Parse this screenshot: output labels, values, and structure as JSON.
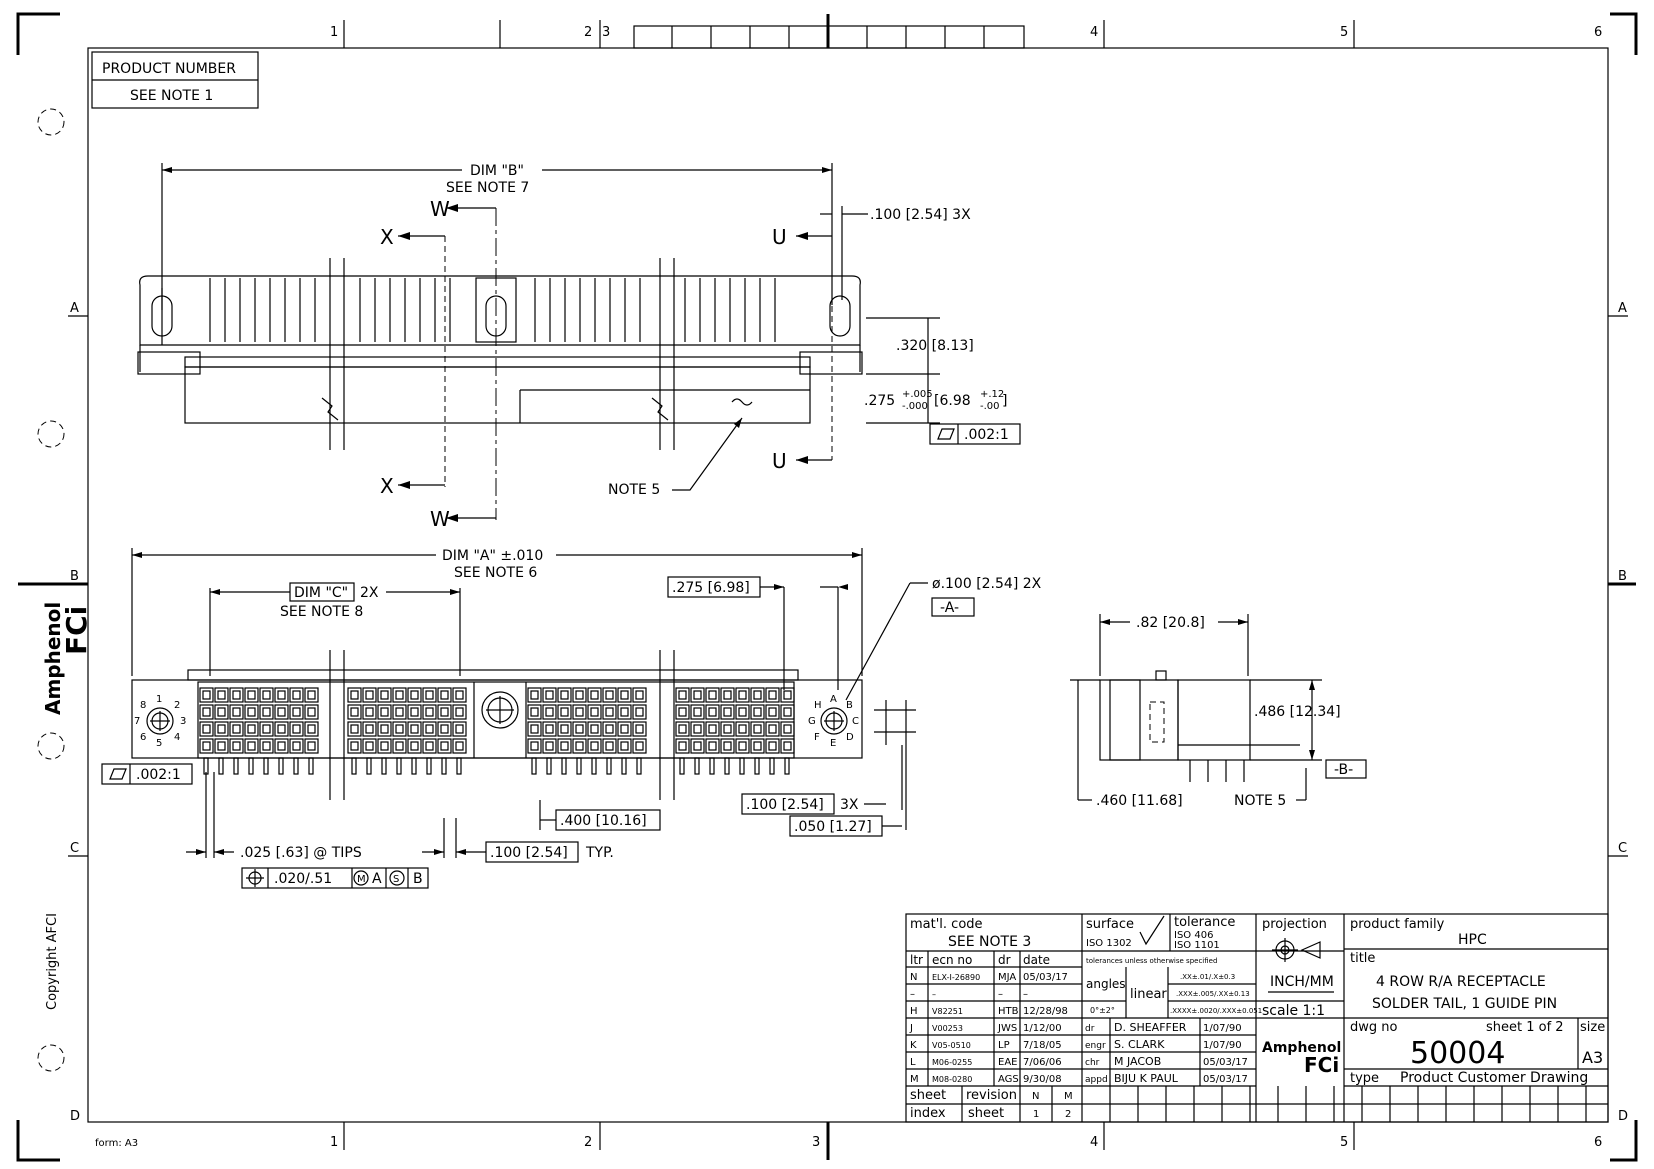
{
  "frame": {
    "columns": [
      "1",
      "2",
      "3",
      "4",
      "5",
      "6"
    ],
    "rows": [
      "A",
      "B",
      "C",
      "D"
    ],
    "form": "form: A3",
    "copyright": "Copyright AFCI",
    "brand_top": "Amphenol",
    "brand_bottom": "FCi"
  },
  "product_number": {
    "label": "PRODUCT NUMBER",
    "value": "SEE NOTE 1"
  },
  "top_view": {
    "dim_b": "DIM \"B\"",
    "dim_b_note": "SEE NOTE 7",
    "sec_w": "W",
    "sec_x": "X",
    "sec_u": "U",
    "pitch": ".100 [2.54] 3X",
    "height1": ".320 [8.13]",
    "height2_base": ".275",
    "height2_tol_plus": "+.005",
    "height2_tol_minus": "-.000",
    "height2_mm": "[6.98",
    "height2_mm_plus": "+.12",
    "height2_mm_minus": "-.00",
    "height2_close": "]",
    "flatness": ".002:1",
    "note5": "NOTE 5"
  },
  "front_view": {
    "dim_a": "DIM \"A\" ±.010",
    "dim_a_note": "SEE NOTE 6",
    "dim_c": "DIM \"C\"",
    "dim_c_count": "2X",
    "dim_c_note": "SEE NOTE 8",
    "right_dim": ".275 [6.98]",
    "hole": "ø.100 [2.54] 2X",
    "datum_a": "-A-",
    "pin_numbers": [
      "1",
      "2",
      "3",
      "4",
      "5",
      "6",
      "7",
      "8"
    ],
    "pin_letters": [
      "A",
      "B",
      "C",
      "D",
      "E",
      "F",
      "G",
      "H"
    ],
    "flatness": ".002:1",
    "tip": ".025 [.63] @ TIPS",
    "gdt": ".020/.51",
    "gdt_m": "M",
    "gdt_a": "A",
    "gdt_s": "S",
    "gdt_b": "B",
    "row_pitch": ".100 [2.54]",
    "row_pitch_typ": "TYP.",
    "row_span": ".400 [10.16]",
    "pitch3x": ".100 [2.54]",
    "pitch3x_count": "3X",
    "offset": ".050 [1.27]"
  },
  "side_view": {
    "width": ".82 [20.8]",
    "height": ".486 [12.34]",
    "depth": ".460 [11.68]",
    "note5": "NOTE 5",
    "datum_b": "-B-"
  },
  "title_block": {
    "matl_code_label": "mat'l. code",
    "matl_code_value": "SEE NOTE 3",
    "surface_label": "surface",
    "surface_value": "ISO 1302",
    "tolerance_label": "tolerance",
    "tolerance_iso1": "ISO 406",
    "tolerance_iso2": "ISO 1101",
    "tol_unless": "tolerances unless otherwise specified",
    "angles_label": "angles",
    "angles_value": "0°±2°",
    "linear_label": "linear",
    "linear_1": ".XX±.01/.X±0.3",
    "linear_2": ".XXX±.005/.XX±0.13",
    "linear_3": ".XXXX±.0020/.XXX±0.051",
    "projection_label": "projection",
    "units": "INCH/MM",
    "scale": "scale 1:1",
    "product_family_label": "product family",
    "product_family": "HPC",
    "title_label": "title",
    "title_line1": "4 ROW R/A RECEPTACLE",
    "title_line2": "SOLDER TAIL, 1 GUIDE PIN",
    "dwg_no_label": "dwg no",
    "sheet_label": "sheet 1 of 2",
    "size_label": "size",
    "dwg_no": "50004",
    "size_value": "A3",
    "type_label": "type",
    "type_value": "Product Customer Drawing",
    "rev_headers": [
      "ltr",
      "ecn no",
      "dr",
      "date"
    ],
    "revisions": [
      [
        "N",
        "ELX-I-26890",
        "MJA",
        "05/03/17"
      ],
      [
        "–",
        "–",
        "–",
        "–"
      ],
      [
        "H",
        "V82251",
        "HTB",
        "12/28/98"
      ],
      [
        "J",
        "V00253",
        "JWS",
        "1/12/00"
      ],
      [
        "K",
        "V05-0510",
        "LP",
        "7/18/05"
      ],
      [
        "L",
        "M06-0255",
        "EAE",
        "7/06/06"
      ],
      [
        "M",
        "M08-0280",
        "AGS",
        "9/30/08"
      ]
    ],
    "approvals": [
      [
        "dr",
        "D. SHEAFFER",
        "1/07/90"
      ],
      [
        "engr",
        "S. CLARK",
        "1/07/90"
      ],
      [
        "chr",
        "M JACOB",
        "05/03/17"
      ],
      [
        "appd",
        "BIJU K PAUL",
        "05/03/17"
      ]
    ],
    "sheet_index_label": [
      "sheet",
      "index"
    ],
    "revision_label": "revision",
    "sheet_label2": "sheet",
    "sheet_revs": [
      "N",
      "M"
    ],
    "sheet_nums": [
      "1",
      "2"
    ]
  }
}
